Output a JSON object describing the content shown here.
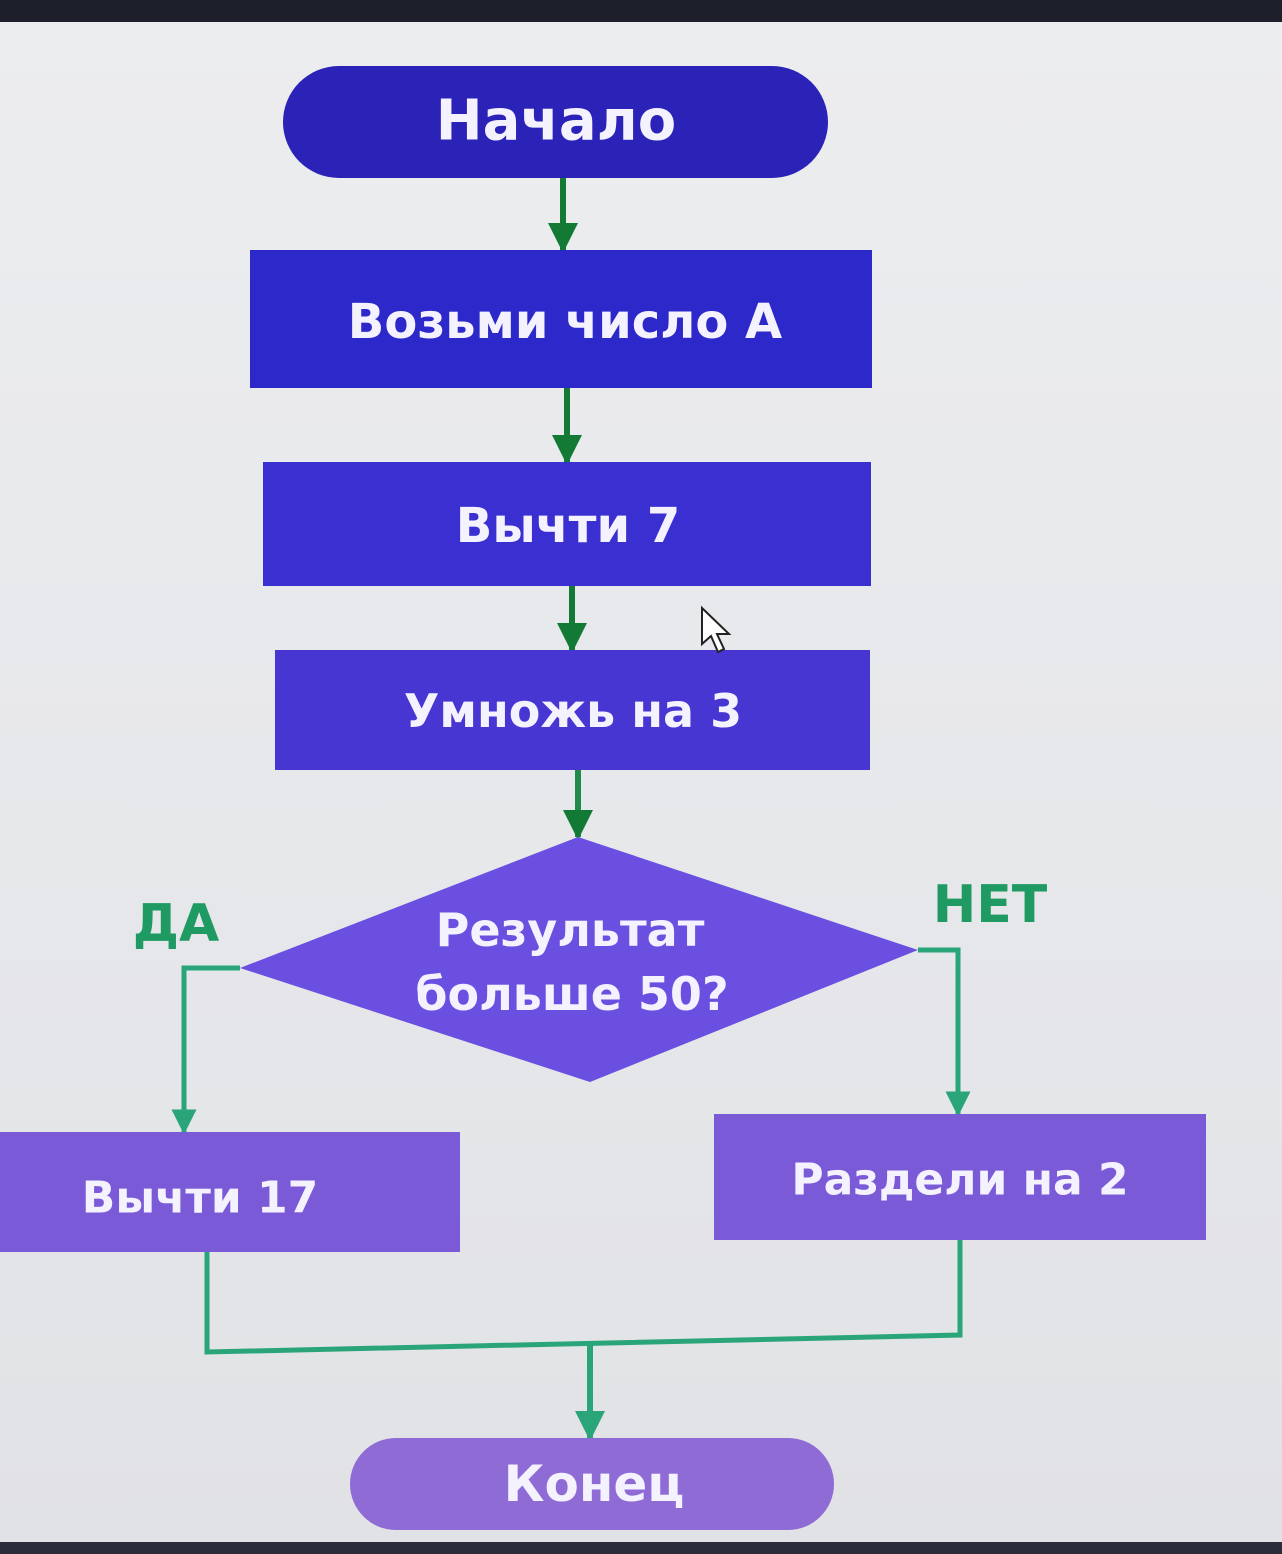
{
  "flowchart": {
    "start": "Начало",
    "take_number": "Возьми число А",
    "subtract_7": "Вычти 7",
    "multiply_3": "Умножь на 3",
    "decision_line1": "Результат",
    "decision_line2": "больше 50?",
    "yes_label": "ДА",
    "no_label": "НЕТ",
    "subtract_17": "Вычти 17",
    "divide_2": "Раздели на 2",
    "end": "Конец"
  },
  "colors": {
    "start": "#2b22b8",
    "step_dark": "#2d28c9",
    "step_mid": "#3a2fd0",
    "step_violet": "#4736d2",
    "decision": "#6a4fe0",
    "branch_boxes": "#7b5ad8",
    "end": "#8f6bd6",
    "arrow_dark": "#137a36",
    "arrow_light": "#2aa57a",
    "yes_no_text": "#1e9a62"
  },
  "icons": [
    "mouse-cursor-icon"
  ]
}
